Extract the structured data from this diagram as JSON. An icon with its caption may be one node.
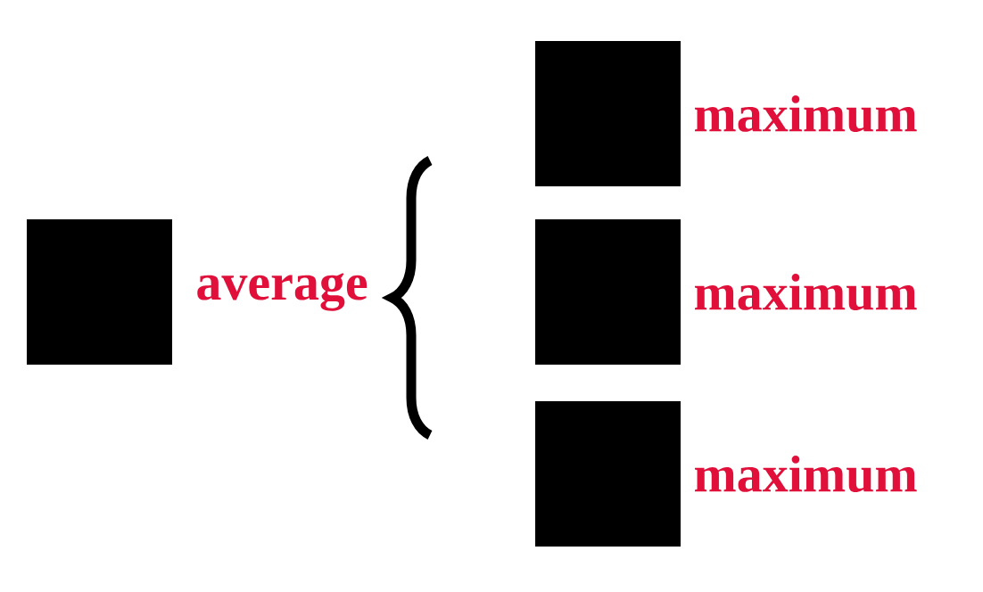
{
  "diagram": {
    "nodes": [
      {
        "text": [],
        "shape": "box",
        "beside": [
          "average"
        ]
      },
      {
        "text": [],
        "shape": "box",
        "beside": [
          "maximum"
        ]
      },
      {
        "text": [],
        "shape": "box",
        "beside": [
          "maximum"
        ]
      },
      {
        "text": [],
        "shape": "box",
        "beside": [
          "maximum"
        ]
      }
    ]
  }
}
